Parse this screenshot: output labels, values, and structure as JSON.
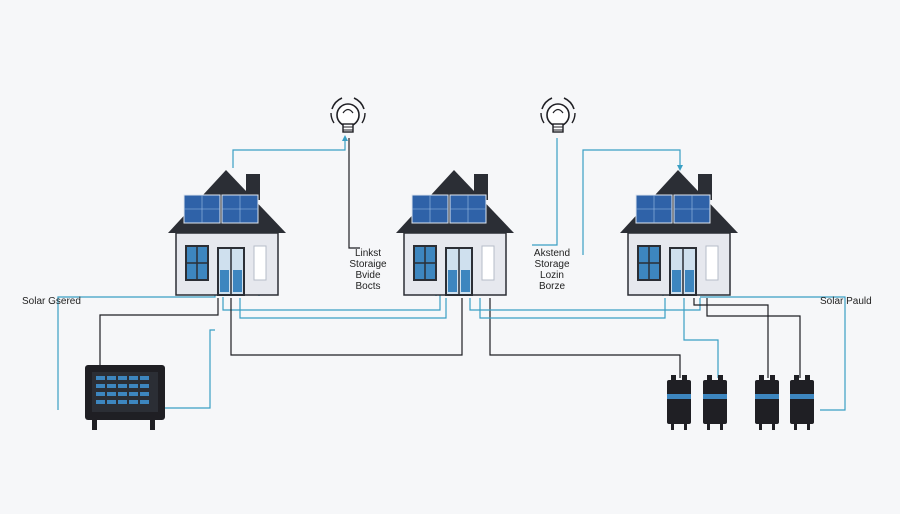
{
  "labels": {
    "left_side": "Solar Gsered",
    "right_side": "Solar Pauld",
    "middle_left": [
      "Linkst",
      "Storaige",
      "Bvide",
      "Bocts"
    ],
    "middle_right": [
      "Akstend",
      "Storage",
      "Lozin",
      "Borze"
    ]
  },
  "colors": {
    "wire_blue": "#3a9fc4",
    "wire_dark": "#1f1f24",
    "roof": "#2b2e35",
    "solar_panel": "#2f62a8",
    "wall": "#e6e8ee",
    "window": "#3d86bf"
  },
  "icons": {
    "bulb": "lightbulb-icon",
    "battery": "battery-icon",
    "inverter": "inverter-icon",
    "house": "house-icon"
  }
}
